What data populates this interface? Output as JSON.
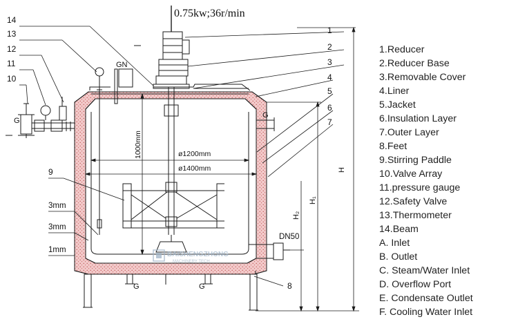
{
  "motor_spec": "0.75kw;36r/min",
  "leader_numbers": [
    "14",
    "13",
    "12",
    "11",
    "10",
    "9",
    "1",
    "2",
    "3",
    "4",
    "5",
    "6",
    "7",
    "8"
  ],
  "labels": {
    "gn": "GN",
    "g": "G",
    "dia_inner": "ø1200mm",
    "dia_outer": "ø1400mm",
    "depth": "1000mm",
    "thk1": "3mm",
    "thk2": "3mm",
    "thk3": "1mm",
    "dn50": "DN50",
    "h": "H",
    "h1": "H₁",
    "h2": "H₂",
    "watermark_brand": "BAISHENGZHONG",
    "watermark_sub": "MACHINERY TECH"
  },
  "legend": [
    "1.Reducer",
    "2.Reducer Base",
    "3.Removable Cover",
    "4.Liner",
    "5.Jacket",
    "6.Insulation Layer",
    "7.Outer Layer",
    "8.Feet",
    "9.Stirring Paddle",
    "10.Valve Array",
    "11.pressure gauge",
    "12.Safety Valve",
    "13.Thermometer",
    "14.Beam",
    "A. Inlet",
    "B. Outlet",
    "C. Steam/Water Inlet",
    "D. Overflow Port",
    "E. Condensate Outlet",
    "F. Cooling Water Inlet"
  ],
  "colors": {
    "insulation_fill": "#f2c9c9",
    "insulation_dots": "#b03030",
    "line": "#1a1a1a",
    "watermark": "#9fb4c8"
  }
}
